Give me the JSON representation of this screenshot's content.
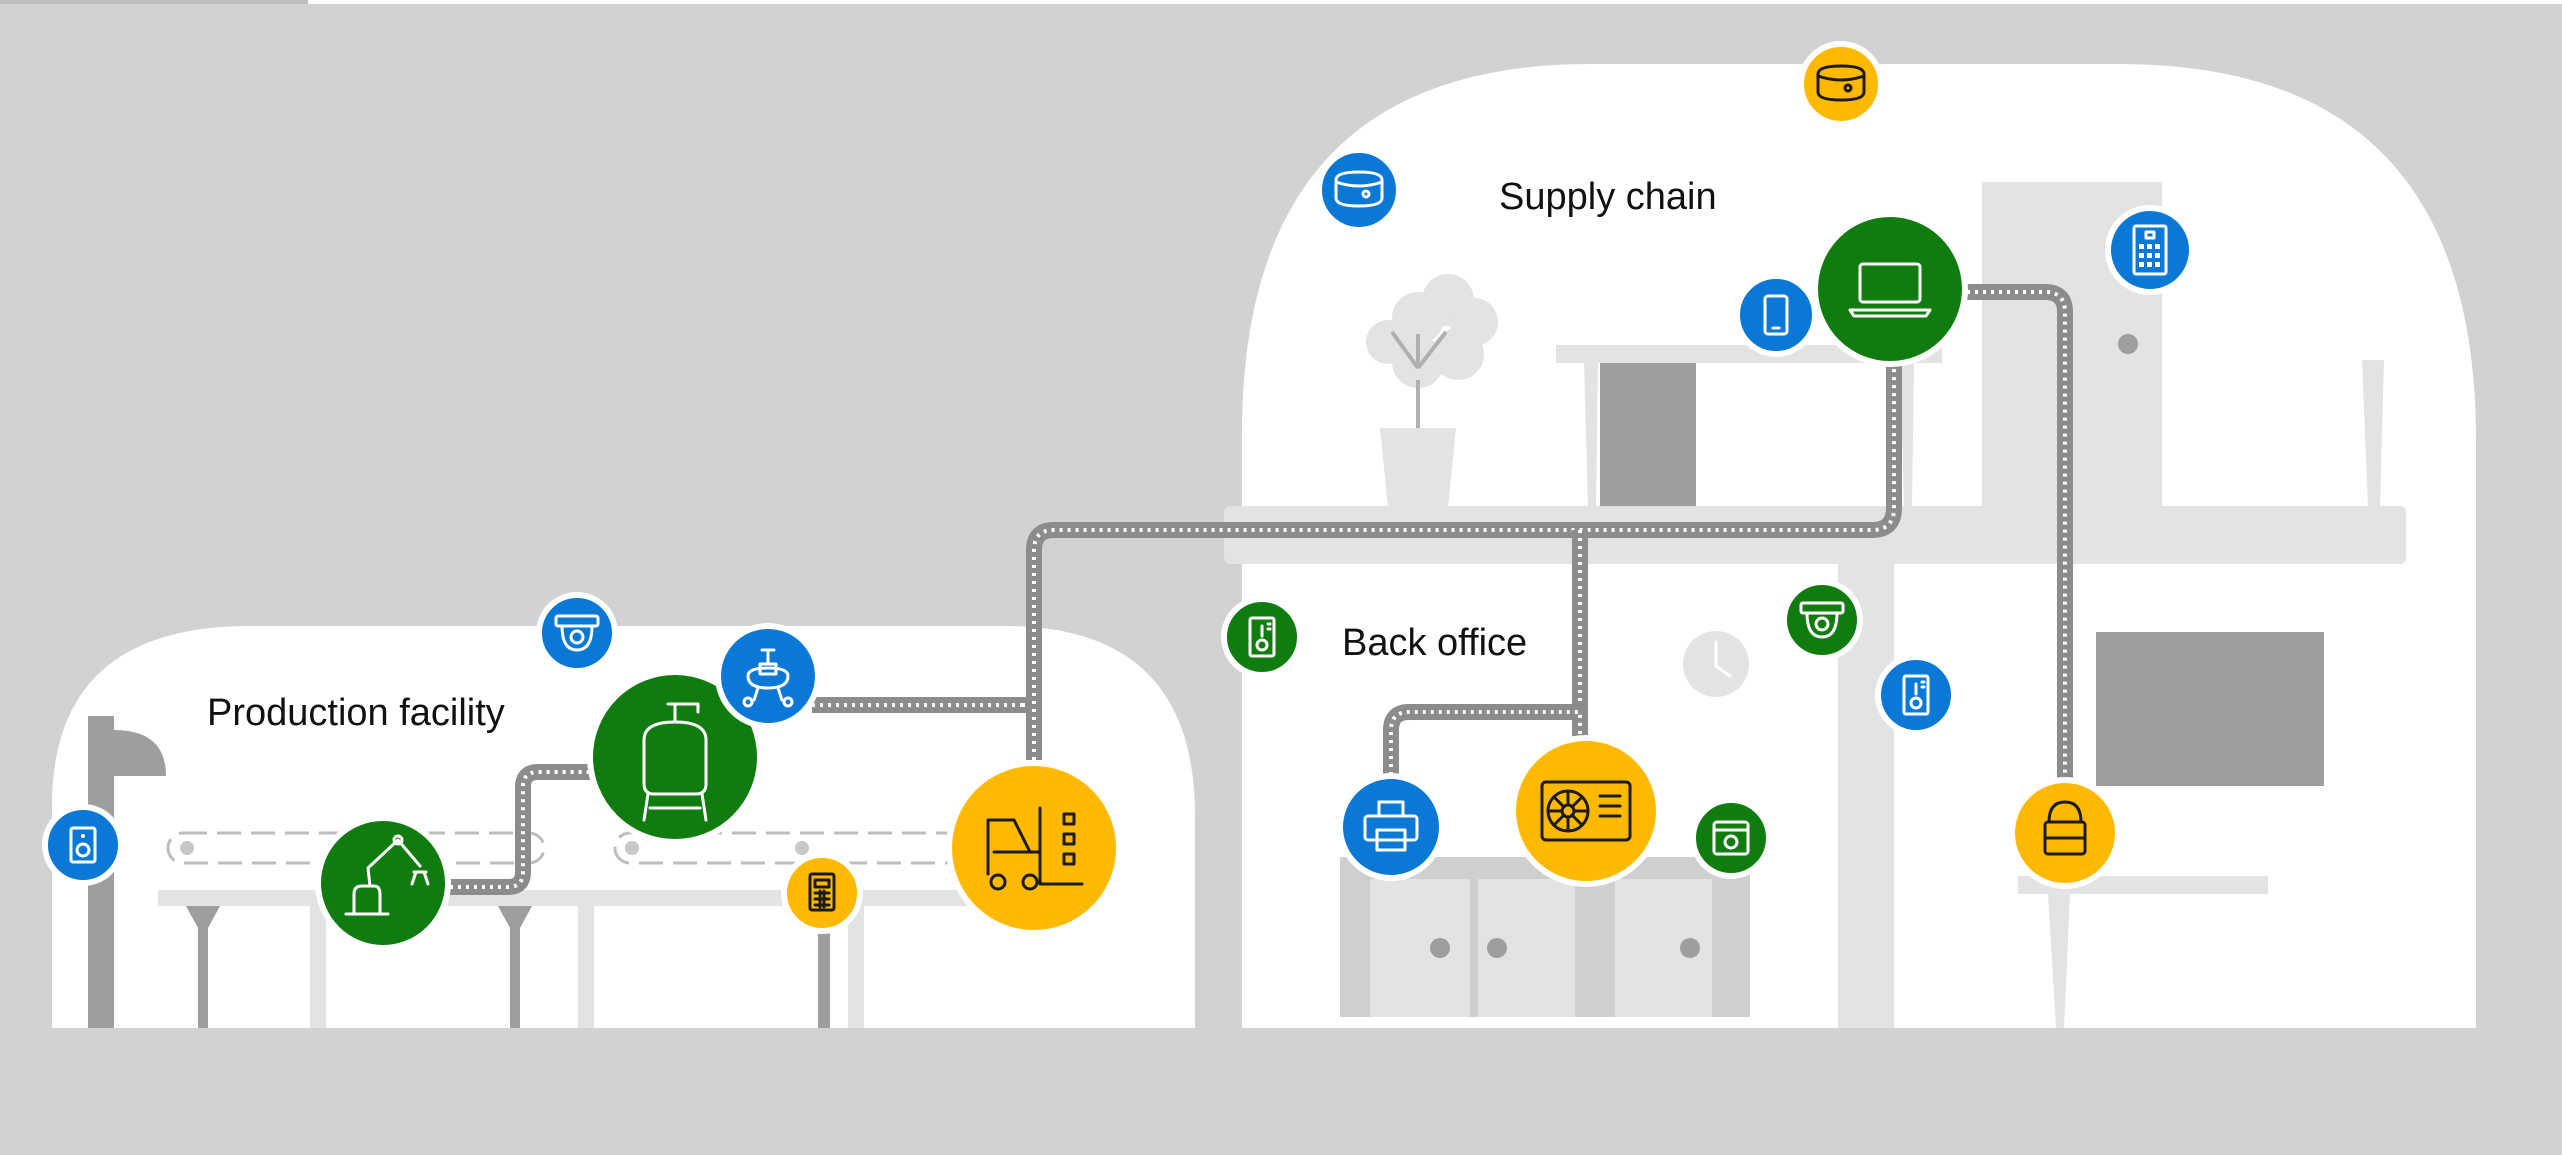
{
  "labels": {
    "production": "Production facility",
    "supply": "Supply chain",
    "office": "Back office"
  },
  "colors": {
    "background": "#d2d2d2",
    "building": "#ffffff",
    "furniture_light": "#e3e3e3",
    "furniture_dark": "#9e9e9e",
    "pipe": "#8c8c8c",
    "blue": "#0a78d4",
    "green": "#107c10",
    "yellow": "#ffb900"
  },
  "devices": [
    {
      "name": "intercom-speaker",
      "color": "blue",
      "icon": "speaker-icon"
    },
    {
      "name": "robotic-arm",
      "color": "green",
      "icon": "robot-arm-icon"
    },
    {
      "name": "security-camera-production",
      "color": "blue",
      "icon": "dome-camera-icon"
    },
    {
      "name": "industrial-tank",
      "color": "green",
      "icon": "tank-icon"
    },
    {
      "name": "valve-pump",
      "color": "blue",
      "icon": "valve-icon"
    },
    {
      "name": "calculator-device",
      "color": "yellow",
      "icon": "calculator-icon"
    },
    {
      "name": "forklift",
      "color": "yellow",
      "icon": "forklift-icon"
    },
    {
      "name": "smoke-detector-left",
      "color": "blue",
      "icon": "smoke-detector-icon"
    },
    {
      "name": "smoke-detector-top",
      "color": "yellow",
      "icon": "smoke-detector-icon"
    },
    {
      "name": "mobile-phone",
      "color": "blue",
      "icon": "phone-icon"
    },
    {
      "name": "laptop",
      "color": "green",
      "icon": "laptop-icon"
    },
    {
      "name": "keypad-panel",
      "color": "blue",
      "icon": "keypad-icon"
    },
    {
      "name": "thermostat-office",
      "color": "green",
      "icon": "thermostat-icon"
    },
    {
      "name": "security-camera-office",
      "color": "green",
      "icon": "dome-camera-icon"
    },
    {
      "name": "thermostat-hall",
      "color": "blue",
      "icon": "thermostat-icon"
    },
    {
      "name": "printer",
      "color": "blue",
      "icon": "printer-icon"
    },
    {
      "name": "hvac-unit",
      "color": "yellow",
      "icon": "hvac-icon"
    },
    {
      "name": "safe-box",
      "color": "green",
      "icon": "safe-icon"
    },
    {
      "name": "smart-lock",
      "color": "yellow",
      "icon": "lock-icon"
    }
  ]
}
